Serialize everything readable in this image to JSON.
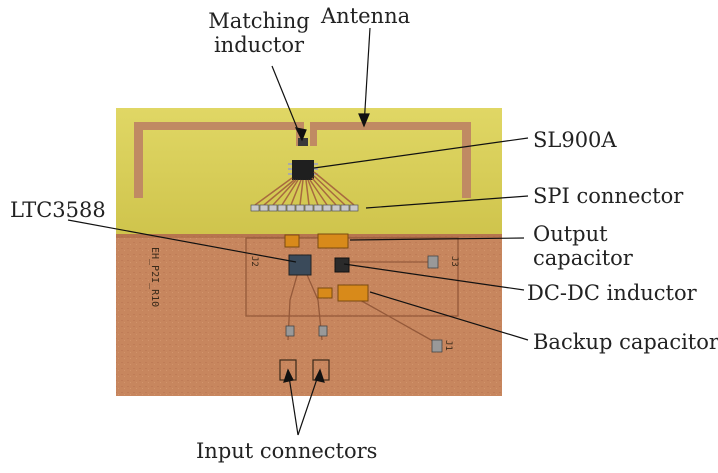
{
  "labels": {
    "matching_inductor": [
      "Matching",
      "inductor"
    ],
    "antenna": "Antenna",
    "sl900a": "SL900A",
    "spi_connector": "SPI connector",
    "ltc3588": "LTC3588",
    "output_capacitor": [
      "Output",
      "capacitor"
    ],
    "dcdc_inductor": "DC-DC inductor",
    "backup_capacitor": "Backup capacitor",
    "input_connectors": "Input connectors"
  },
  "silkscreen": {
    "board_id": "EH_P2I_R10",
    "j_left": "J2",
    "j_right": "J3",
    "j_bottom": "J1"
  },
  "colors": {
    "fr4": "#d8cf57",
    "copper": "#c7865e",
    "copper_dark": "#a8643f",
    "antenna": "#c08a63",
    "callout": "#111111"
  }
}
